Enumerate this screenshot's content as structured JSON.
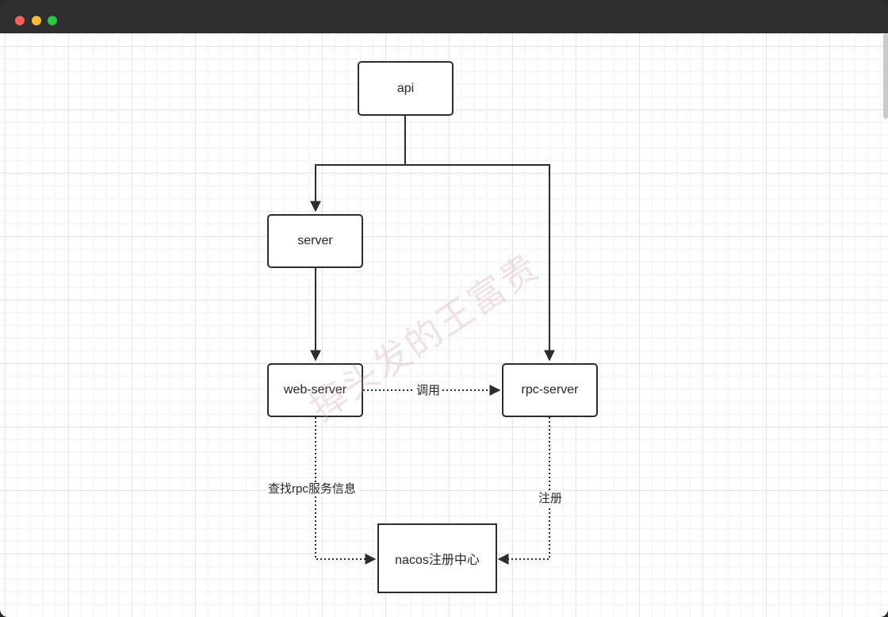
{
  "diagram": {
    "nodes": {
      "api": "api",
      "server": "server",
      "web_server": "web-server",
      "rpc_server": "rpc-server",
      "nacos": "nacos注册中心"
    },
    "edge_labels": {
      "invoke": "调用",
      "lookup": "查找rpc服务信息",
      "register": "注册"
    },
    "watermark": "掉头发的王富贵"
  },
  "colors": {
    "stroke": "#2d2d2d",
    "close": "#fe5f57",
    "minimize": "#febc2e",
    "maximize": "#28c840"
  }
}
